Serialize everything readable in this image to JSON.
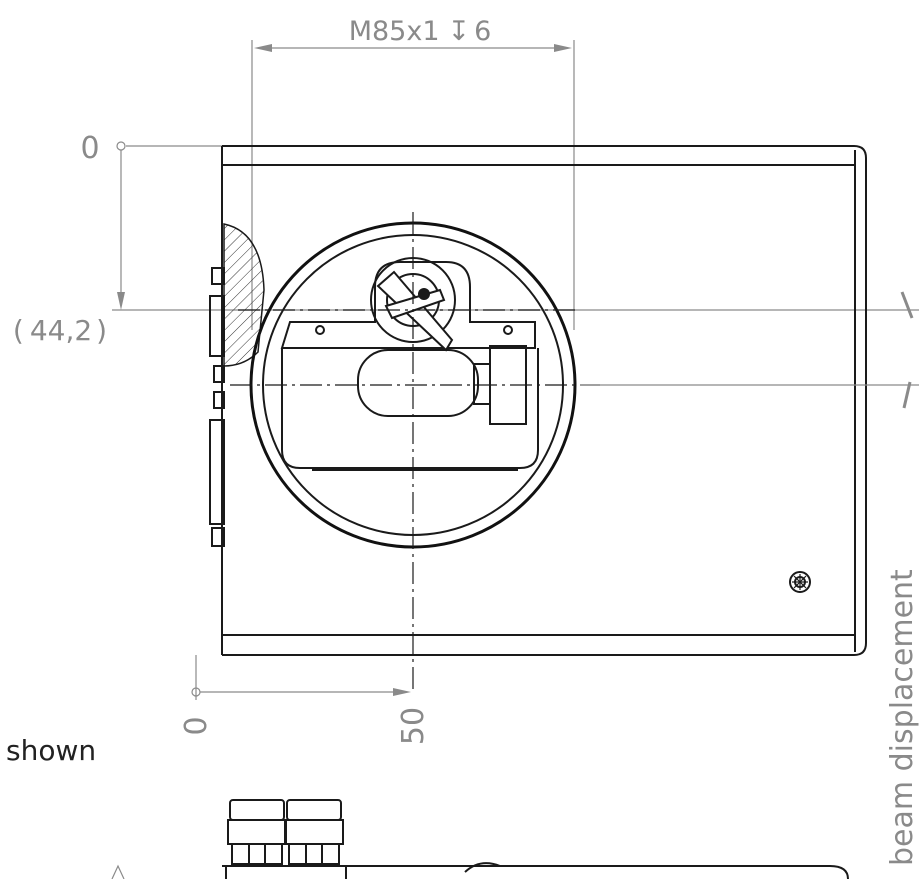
{
  "dimensions": {
    "thread": "M85x1",
    "depth_symbol": "↧",
    "depth": "6",
    "origin_vertical": "0",
    "beam_height_open": "(",
    "beam_height": "44,2",
    "beam_height_close": ")",
    "origin_horizontal": "0",
    "offset_horizontal": "50"
  },
  "labels": {
    "shown": "shown",
    "beam_displacement": "beam displacement"
  },
  "colors": {
    "line": "#1a1a1a",
    "dimension": "#8a8a8a",
    "background": "#ffffff"
  }
}
